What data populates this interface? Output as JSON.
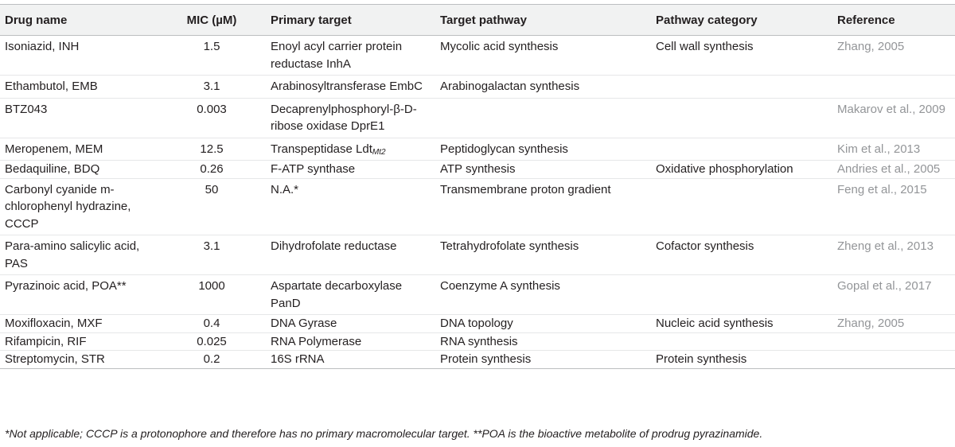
{
  "table": {
    "headers": [
      "Drug name",
      "MIC (µM)",
      "Primary target",
      "Target pathway",
      "Pathway category",
      "Reference"
    ],
    "rows": [
      {
        "drug": "Isoniazid, INH",
        "mic": "1.5",
        "target": "Enoyl acyl carrier protein reductase InhA",
        "pathway": "Mycolic acid synthesis",
        "category": "Cell wall synthesis",
        "reference": "Zhang, 2005"
      },
      {
        "drug": "Ethambutol, EMB",
        "mic": "3.1",
        "target": "Arabinosyltransferase EmbC",
        "pathway": "Arabinogalactan synthesis",
        "category": "",
        "reference": ""
      },
      {
        "drug": "BTZ043",
        "mic": "0.003",
        "target": "Decaprenylphosphoryl-β-D-ribose oxidase DprE1",
        "pathway": "",
        "category": "",
        "reference": "Makarov et al., 2009"
      },
      {
        "drug": "Meropenem, MEM",
        "mic": "12.5",
        "target": "Transpeptidase Ldt",
        "target_sub": "Mt2",
        "pathway": "Peptidoglycan synthesis",
        "category": "",
        "reference": "Kim et al., 2013"
      },
      {
        "drug": "Bedaquiline, BDQ",
        "mic": "0.26",
        "target": "F-ATP synthase",
        "pathway": "ATP synthesis",
        "category": "Oxidative phosphorylation",
        "reference": "Andries et al., 2005"
      },
      {
        "drug": "Carbonyl cyanide m-chlorophenyl hydrazine, CCCP",
        "mic": "50",
        "target": "N.A.*",
        "pathway": "Transmembrane proton gradient",
        "category": "",
        "reference": "Feng et al., 2015"
      },
      {
        "drug": "Para-amino salicylic acid, PAS",
        "mic": "3.1",
        "target": "Dihydrofolate reductase",
        "pathway": "Tetrahydrofolate synthesis",
        "category": "Cofactor synthesis",
        "reference": "Zheng et al., 2013"
      },
      {
        "drug": "Pyrazinoic acid, POA**",
        "mic": "1000",
        "target": "Aspartate decarboxylase PanD",
        "pathway": "Coenzyme A synthesis",
        "category": "",
        "reference": "Gopal et al., 2017"
      },
      {
        "drug": "Moxifloxacin, MXF",
        "mic": "0.4",
        "target": "DNA Gyrase",
        "pathway": "DNA topology",
        "category": "Nucleic acid synthesis",
        "reference": "Zhang, 2005"
      },
      {
        "drug": "Rifampicin, RIF",
        "mic": "0.025",
        "target": "RNA Polymerase",
        "pathway": "RNA synthesis",
        "category": "",
        "reference": ""
      },
      {
        "drug": "Streptomycin, STR",
        "mic": "0.2",
        "target": "16S rRNA",
        "pathway": "Protein synthesis",
        "category": "Protein synthesis",
        "reference": ""
      }
    ]
  },
  "footnote": "*Not applicable; CCCP is a protonophore and therefore has no primary macromolecular target. **POA is the bioactive metabolite of prodrug pyrazinamide."
}
